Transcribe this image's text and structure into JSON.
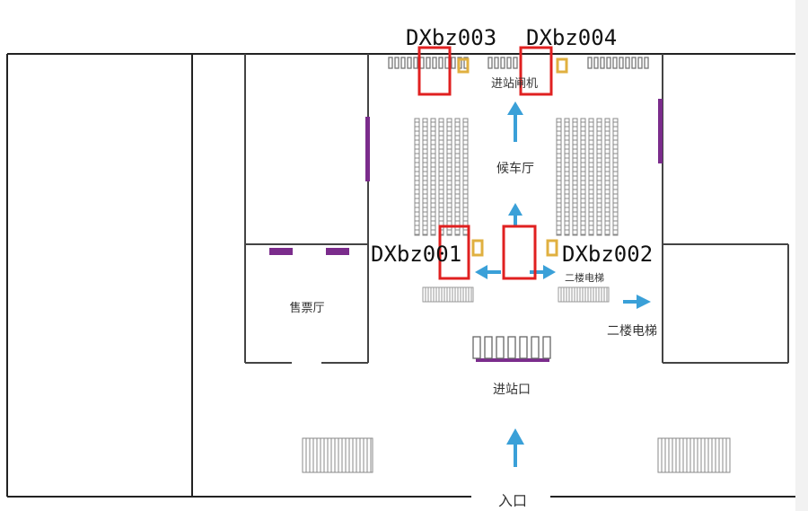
{
  "labels": {
    "entry_gates": "进站闸机",
    "waiting_hall": "候车厅",
    "ticket_hall": "售票厅",
    "second_floor_escalator_right": "二楼电梯",
    "second_floor_escalator_small": "二楼电梯",
    "station_entrance": "进站口",
    "main_entrance": "入口"
  },
  "cameras": [
    {
      "id": "DXbz003"
    },
    {
      "id": "DXbz004"
    },
    {
      "id": "DXbz001"
    },
    {
      "id": "DXbz002"
    }
  ],
  "colors": {
    "wall": "#222222",
    "camera_box": "#e02020",
    "arrow": "#3aa0d8",
    "purple_marker": "#7b2c8c",
    "gold_marker": "#e0b040",
    "seat": "#888888"
  }
}
